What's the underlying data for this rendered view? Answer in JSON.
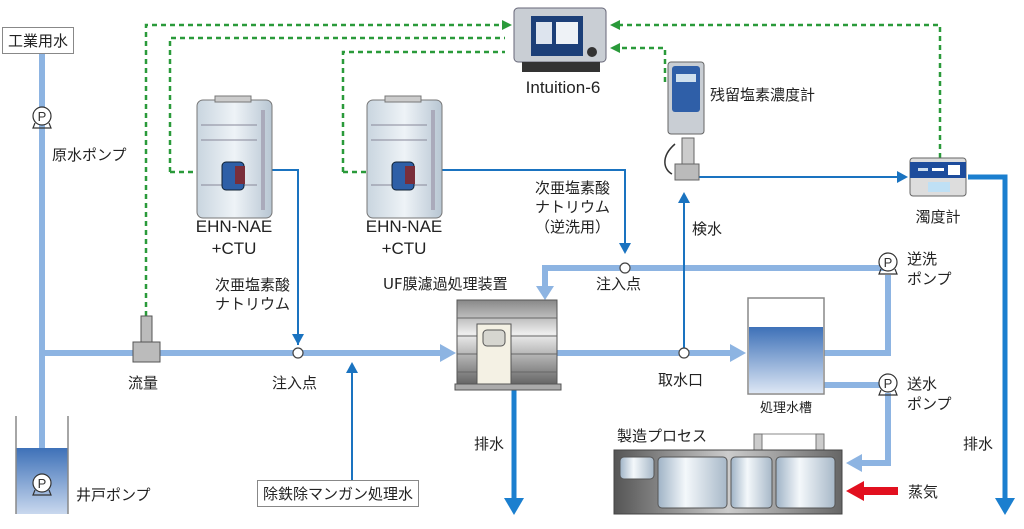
{
  "colors": {
    "main_pipe": "#8db4e2",
    "chem_line": "#1a73c0",
    "drain_line": "#1b7fcf",
    "signal_line": "#2a9a3a",
    "steam_arrow": "#e2101f",
    "tank_water_top": "#3e71b8",
    "tank_water_bottom": "#dce6f4"
  },
  "sources": {
    "industrial_water": "工業用水",
    "well_pump": "井戸ポンプ",
    "raw_water_pump": "原水ポンプ",
    "iron_manganese_water": "除鉄除マンガン処理水"
  },
  "controller": {
    "name": "Intuition-6"
  },
  "dosing_units": [
    {
      "model": "EHN-NAE",
      "option": "+CTU"
    },
    {
      "model": "EHN-NAE",
      "option": "+CTU"
    }
  ],
  "chemicals": {
    "hypochlorite_line1": "次亜塩素酸",
    "hypochlorite_line2": "ナトリウム",
    "hypochlorite_bw_line1": "次亜塩素酸",
    "hypochlorite_bw_line2": "ナトリウム",
    "hypochlorite_bw_line3": "（逆洗用）"
  },
  "labels": {
    "flow": "流量",
    "injection_point_1": "注入点",
    "injection_point_2": "注入点",
    "uf_unit": "UF膜濾過処理装置",
    "residual_chlorine_meter": "残留塩素濃度計",
    "turbidity_meter": "濁度計",
    "sample_water": "検水",
    "intake": "取水口",
    "treated_tank": "処理水槽",
    "backwash_pump_1": "逆洗",
    "backwash_pump_2": "ポンプ",
    "feed_pump_1": "送水",
    "feed_pump_2": "ポンプ",
    "process": "製造プロセス",
    "steam": "蒸気",
    "drain_1": "排水",
    "drain_2": "排水"
  },
  "pump_symbol": "P"
}
